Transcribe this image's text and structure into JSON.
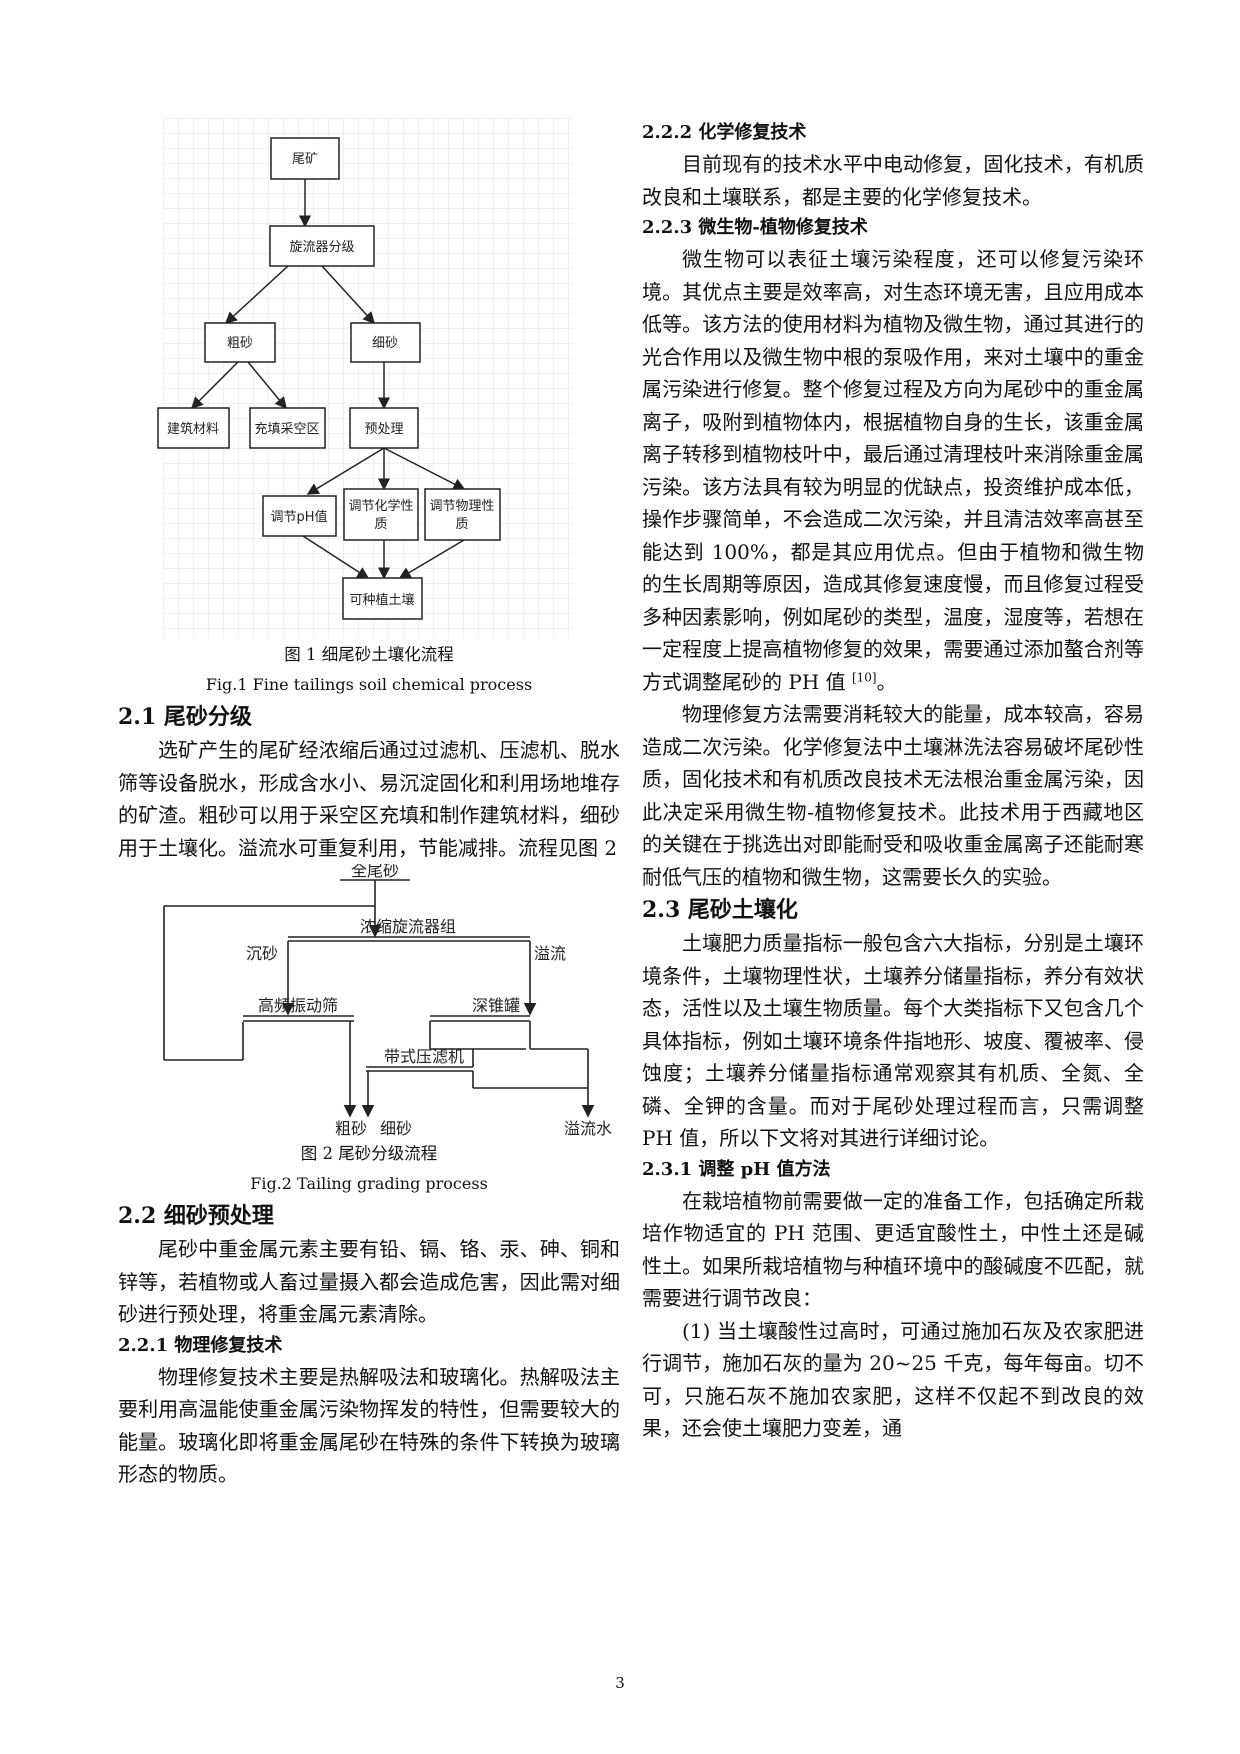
{
  "figure1": {
    "nodes": {
      "n1": "尾矿",
      "n2": "旋流器分级",
      "n3": "粗砂",
      "n4": "细砂",
      "n5": "建筑材料",
      "n6": "充填采空区",
      "n7": "预处理",
      "n8": "调节pH值",
      "n9a": "调节化学性",
      "n9b": "质",
      "n10a": "调节物理性",
      "n10b": "质",
      "n11": "可种植土壤"
    },
    "caption_cn": "图 1 细尾砂土壤化流程",
    "caption_en": "Fig.1 Fine tailings soil chemical process"
  },
  "sec21": {
    "heading": "2.1 尾砂分级",
    "para": "选矿产生的尾矿经浓缩后通过过滤机、压滤机、脱水筛等设备脱水，形成含水小、易沉淀固化和利用场地堆存的矿渣。粗砂可以用于采空区充填和制作建筑材料，细砂用于土壤化。溢流水可重复利用，节能减排。流程见图 2"
  },
  "figure2": {
    "labels": {
      "all": "全尾砂",
      "thickener": "浓缩旋流器组",
      "settle": "沉砂",
      "overflow": "溢流",
      "screen": "高频振动筛",
      "cone": "深锥罐",
      "press": "带式压滤机",
      "coarse": "粗砂",
      "fine": "细砂",
      "water": "溢流水"
    },
    "caption_cn": "图 2 尾砂分级流程",
    "caption_en": "Fig.2 Tailing grading process"
  },
  "sec22": {
    "heading": "2.2 细砂预处理",
    "para": "尾砂中重金属元素主要有铅、镉、铬、汞、砷、铜和锌等，若植物或人畜过量摄入都会造成危害，因此需对细砂进行预处理，将重金属元素清除。"
  },
  "sec221": {
    "heading": "2.2.1 物理修复技术",
    "para": "物理修复技术主要是热解吸法和玻璃化。热解吸法主要利用高温能使重金属污染物挥发的特性，但需要较大的能量。玻璃化即将重金属尾砂在特殊的条件下转换为玻璃形态的物质。"
  },
  "sec222": {
    "heading": "2.2.2 化学修复技术",
    "para": "目前现有的技术水平中电动修复，固化技术，有机质改良和土壤联系，都是主要的化学修复技术。"
  },
  "sec223": {
    "heading": "2.2.3 微生物-植物修复技术",
    "para1": "微生物可以表征土壤污染程度，还可以修复污染环境。其优点主要是效率高，对生态环境无害，且应用成本低等。该方法的使用材料为植物及微生物，通过其进行的光合作用以及微生物中根的泵吸作用，来对土壤中的重金属污染进行修复。整个修复过程及方向为尾砂中的重金属离子，吸附到植物体内，根据植物自身的生长，该重金属离子转移到植物枝叶中，最后通过清理枝叶来消除重金属污染。该方法具有较为明显的优缺点，投资维护成本低，操作步骤简单，不会造成二次污染，并且清洁效率高甚至能达到 100%，都是其应用优点。但由于植物和微生物的生长周期等原因，造成其修复速度慢，而且修复过程受多种因素影响，例如尾砂的类型，温度，湿度等，若想在一定程度上提高植物修复的效果，需要通过添加螯合剂等方式调整尾砂的 PH 值",
    "ref": "[10]",
    "para1_end": "。",
    "para2": "物理修复方法需要消耗较大的能量，成本较高，容易造成二次污染。化学修复法中土壤淋洗法容易破坏尾砂性质，固化技术和有机质改良技术无法根治重金属污染，因此决定采用微生物-植物修复技术。此技术用于西藏地区的关键在于挑选出对即能耐受和吸收重金属离子还能耐寒耐低气压的植物和微生物，这需要长久的实验。"
  },
  "sec23": {
    "heading": "2.3 尾砂土壤化",
    "para": "土壤肥力质量指标一般包含六大指标，分别是土壤环境条件，土壤物理性状，土壤养分储量指标，养分有效状态，活性以及土壤生物质量。每个大类指标下又包含几个具体指标，例如土壤环境条件指地形、坡度、覆被率、侵蚀度；土壤养分储量指标通常观察其有机质、全氮、全磷、全钾的含量。而对于尾砂处理过程而言，只需调整 PH 值，所以下文将对其进行详细讨论。"
  },
  "sec231": {
    "heading": "2.3.1 调整 pH 值方法",
    "para1": "在栽培植物前需要做一定的准备工作，包括确定所栽培作物适宜的 PH 范围、更适宜酸性土，中性土还是碱性土。如果所栽培植物与种植环境中的酸碱度不匹配，就需要进行调节改良：",
    "para2": "(1) 当土壤酸性过高时，可通过施加石灰及农家肥进行调节，施加石灰的量为 20~25 千克，每年每亩。切不可，只施石灰不施加农家肥，这样不仅起不到改良的效果，还会使土壤肥力变差，通"
  },
  "page_number": "3"
}
